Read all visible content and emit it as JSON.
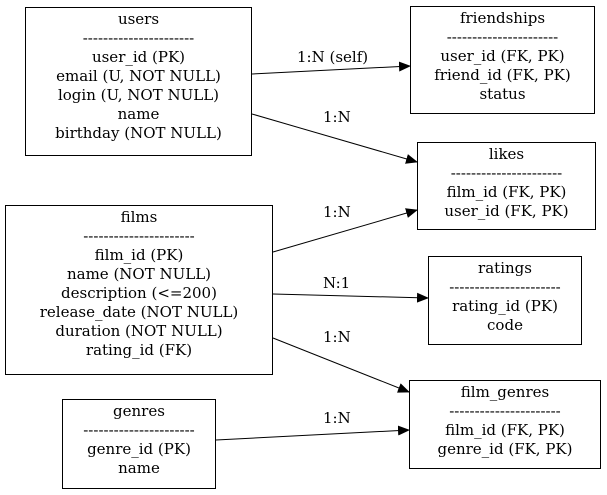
{
  "entities": {
    "users": {
      "title": "users",
      "sep": "----------------------",
      "fields": [
        "user_id (PK)",
        "email (U, NOT NULL)",
        "login (U, NOT NULL)",
        "name",
        "birthday (NOT NULL)"
      ]
    },
    "friendships": {
      "title": "friendships",
      "sep": "----------------------",
      "fields": [
        "user_id (FK, PK)",
        "friend_id (FK, PK)",
        "status"
      ]
    },
    "likes": {
      "title": "likes",
      "sep": "----------------------",
      "fields": [
        "film_id (FK, PK)",
        "user_id (FK, PK)"
      ]
    },
    "films": {
      "title": "films",
      "sep": "----------------------",
      "fields": [
        "film_id (PK)",
        "name (NOT NULL)",
        "description (<=200)",
        "release_date (NOT NULL)",
        "duration (NOT NULL)",
        "rating_id (FK)"
      ]
    },
    "ratings": {
      "title": "ratings",
      "sep": "----------------------",
      "fields": [
        "rating_id (PK)",
        "code"
      ]
    },
    "film_genres": {
      "title": "film_genres",
      "sep": "----------------------",
      "fields": [
        "film_id (FK, PK)",
        "genre_id (FK, PK)"
      ]
    },
    "genres": {
      "title": "genres",
      "sep": "----------------------",
      "fields": [
        "genre_id (PK)",
        "name"
      ]
    }
  },
  "relations": [
    {
      "id": "users-friendships",
      "from": "users",
      "to": "friendships",
      "label": "1:N (self)"
    },
    {
      "id": "users-likes",
      "from": "users",
      "to": "likes",
      "label": "1:N"
    },
    {
      "id": "films-likes",
      "from": "films",
      "to": "likes",
      "label": "1:N"
    },
    {
      "id": "films-ratings",
      "from": "films",
      "to": "ratings",
      "label": "N:1"
    },
    {
      "id": "films-film_genres",
      "from": "films",
      "to": "film_genres",
      "label": "1:N"
    },
    {
      "id": "genres-film_genres",
      "from": "genres",
      "to": "film_genres",
      "label": "1:N"
    }
  ]
}
